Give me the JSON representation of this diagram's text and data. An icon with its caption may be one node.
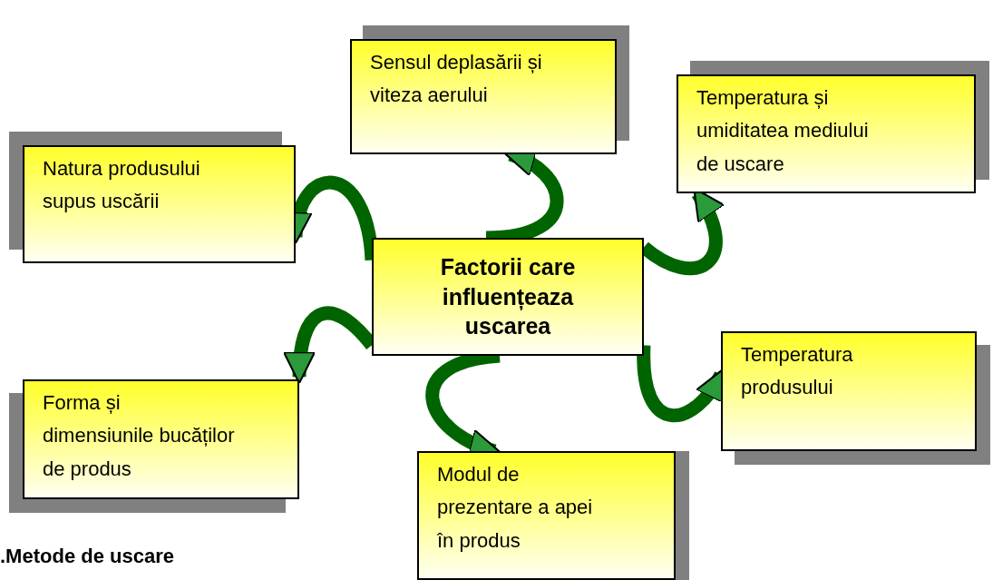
{
  "diagram": {
    "nodes": [
      {
        "text": [
          "Factorii care influențeaza uscarea"
        ]
      },
      {
        "text": [
          "Sensul deplasării și viteza aerului"
        ]
      },
      {
        "text": [
          "Temperatura și umiditatea mediului de uscare"
        ]
      },
      {
        "text": [
          "Natura produsului supus uscării"
        ]
      },
      {
        "text": [
          "Temperatura produsului"
        ]
      },
      {
        "text": [
          "Forma și dimensiunile bucăților de produs"
        ]
      },
      {
        "text": [
          "Modul de prezentare a apei în produs"
        ]
      }
    ],
    "edges": [
      {
        "from": 0,
        "to": 3,
        "arrow": "to"
      },
      {
        "from": 0,
        "to": 1,
        "arrow": "to"
      },
      {
        "from": 0,
        "to": 2,
        "arrow": "to"
      },
      {
        "from": 0,
        "to": 5,
        "arrow": "to"
      },
      {
        "from": 0,
        "to": 6,
        "arrow": "to"
      },
      {
        "from": 0,
        "to": 4,
        "arrow": "to"
      }
    ],
    "labels": [
      ".Metode de uscare"
    ]
  }
}
